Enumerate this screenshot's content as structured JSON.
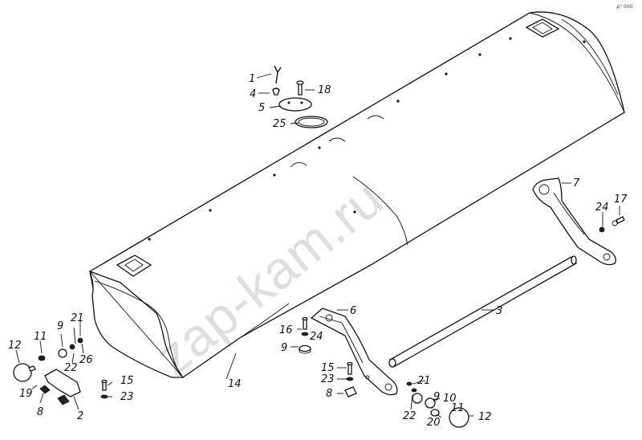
{
  "corner_mark": "д° 000",
  "watermark": "zap-kam.ru",
  "labels": {
    "l1": "1",
    "l2": "2",
    "l3": "3",
    "l4": "4",
    "l5": "5",
    "l6": "6",
    "l7": "7",
    "l8a": "8",
    "l8b": "8",
    "l9a": "9",
    "l9b": "9",
    "l9c": "9",
    "l10": "10",
    "l11a": "11",
    "l11b": "11",
    "l12a": "12",
    "l12b": "12",
    "l14": "14",
    "l15a": "15",
    "l15b": "15",
    "l16": "16",
    "l17": "17",
    "l18": "18",
    "l19": "19",
    "l20": "20",
    "l21a": "21",
    "l21b": "21",
    "l22a": "22",
    "l22b": "22",
    "l23a": "23",
    "l23b": "23",
    "l24a": "24",
    "l24b": "24",
    "l25": "25",
    "l26": "26"
  }
}
